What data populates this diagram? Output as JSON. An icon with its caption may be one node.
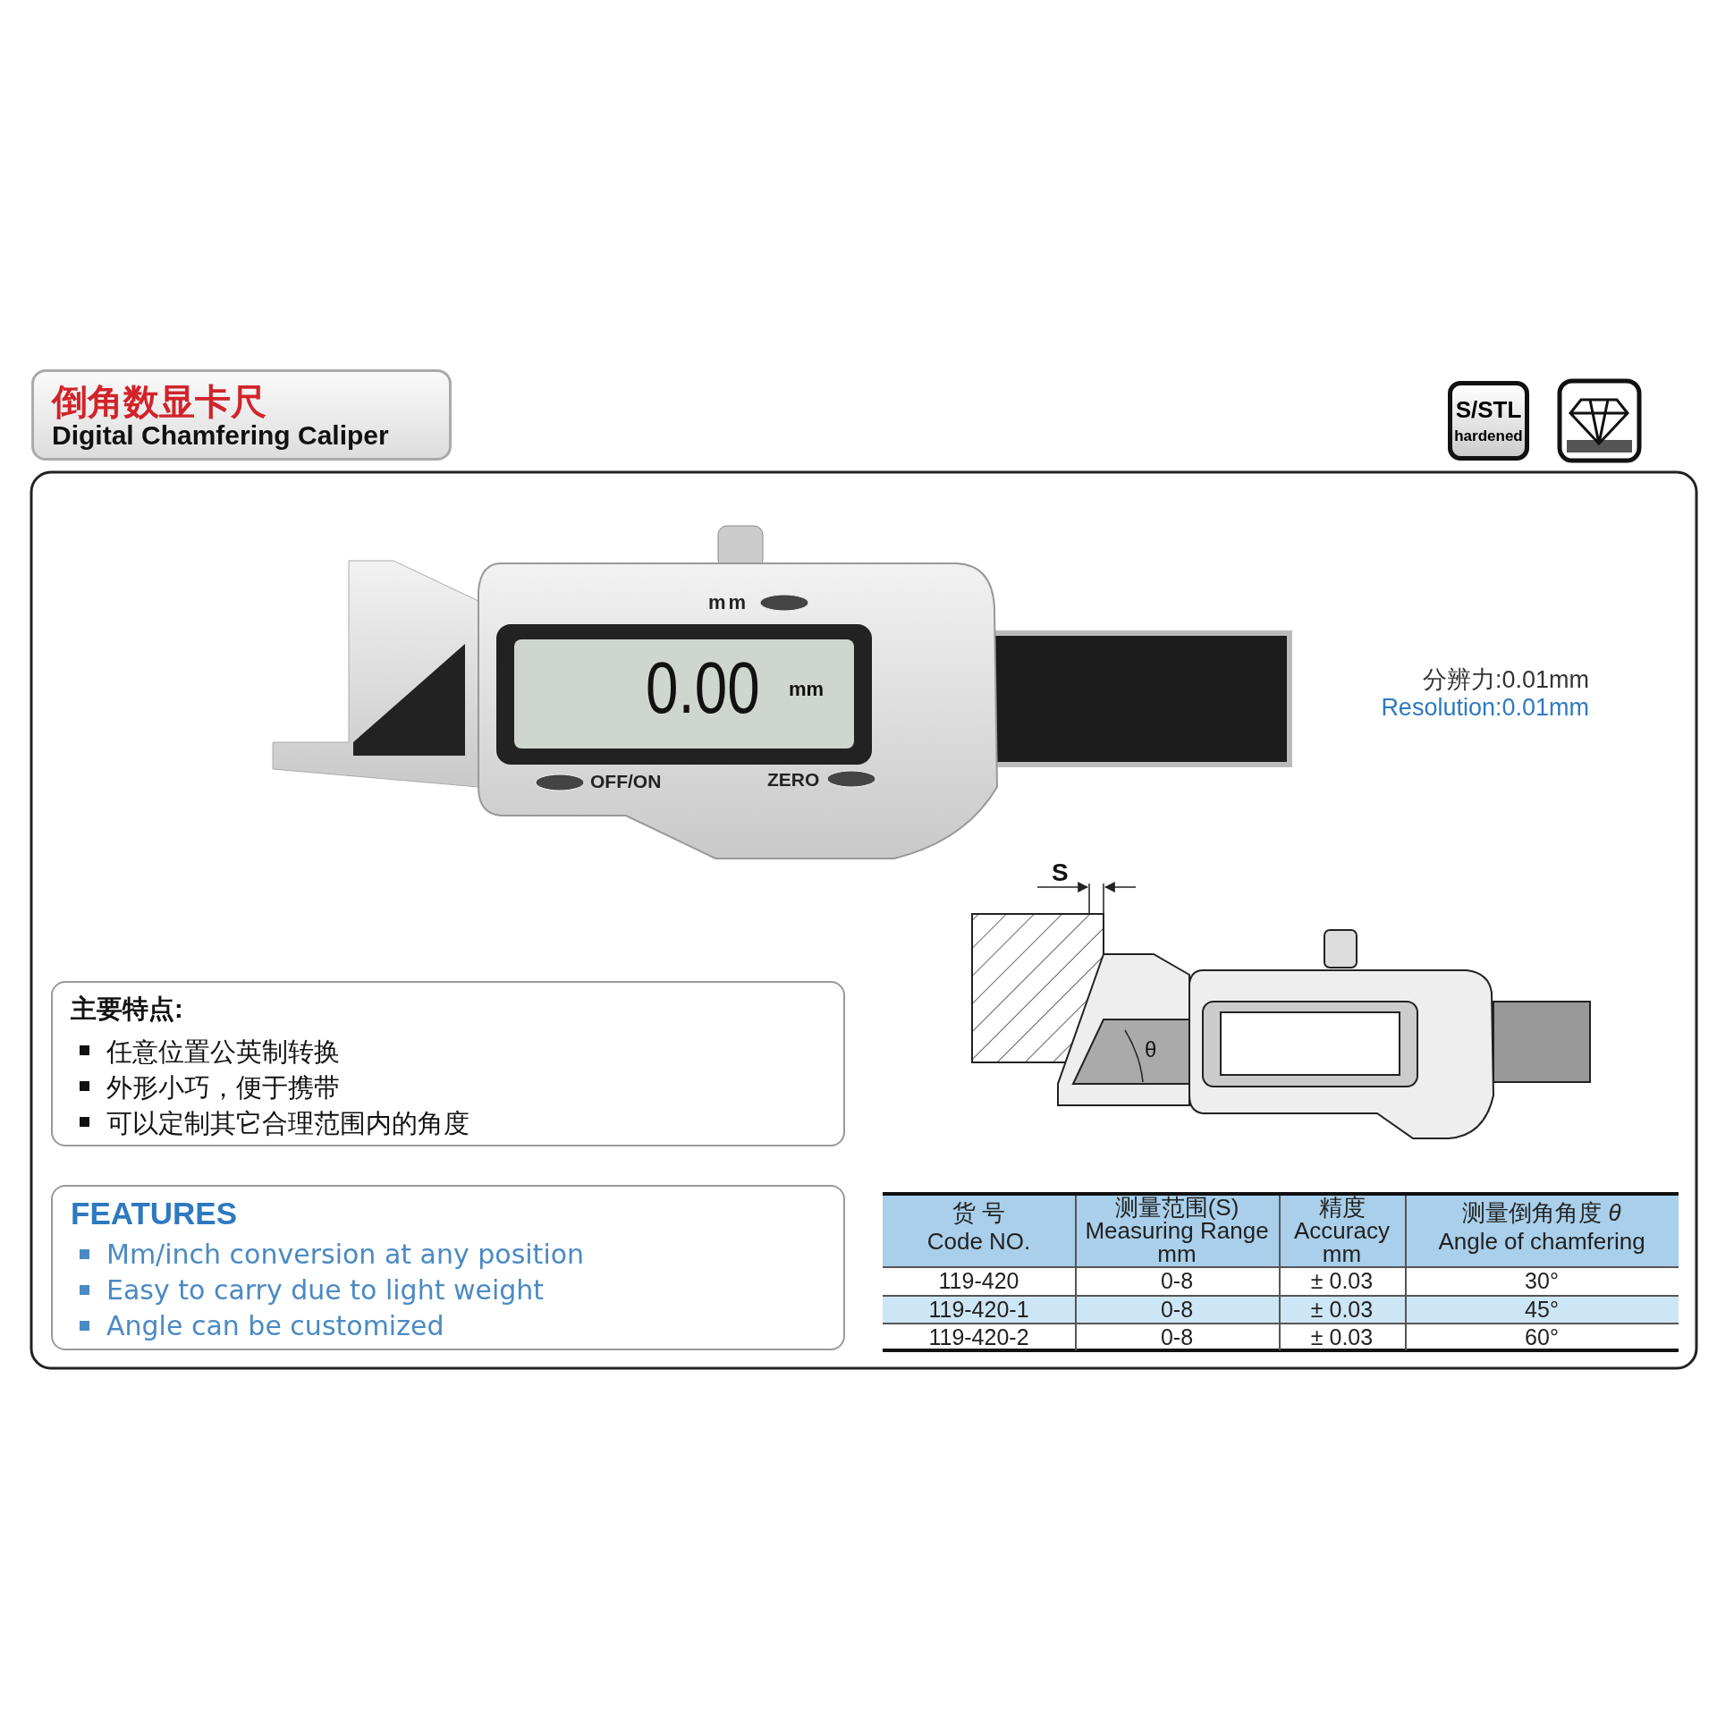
{
  "diagram": {
    "nodes": [
      {
        "text": [
          "倒角数显卡尺",
          "Digital Chamfering Caliper"
        ]
      },
      {
        "text": [
          "S/STL",
          "hardened"
        ]
      },
      {
        "text": [
          "主要特点:",
          "任意位置公英制转换",
          "外形小巧，便于携带",
          "可以定制其它合理范围内的角度"
        ]
      },
      {
        "text": [
          "FEATURES",
          "Mm/inch conversion at any position",
          "Easy to carry due to light weight",
          "Angle can be customized"
        ]
      }
    ],
    "labels": [
      "mm",
      "0.00",
      "mm",
      "OFF/ON",
      "ZERO",
      "分辨力:0.01mm",
      "Resolution:0.01mm",
      "S",
      "θ",
      "货 号",
      "Code NO.",
      "测量范围(S)",
      "Measuring Range",
      "mm",
      "精度",
      "Accuracy",
      "mm",
      "测量倒角角度 *θ*",
      "Angle of chamfering",
      "119-420",
      "0-8",
      "± 0.03",
      "30°",
      "119-420-1",
      "0-8",
      "± 0.03",
      "45°",
      "119-420-2",
      "0-8",
      "± 0.03",
      "60°"
    ]
  }
}
